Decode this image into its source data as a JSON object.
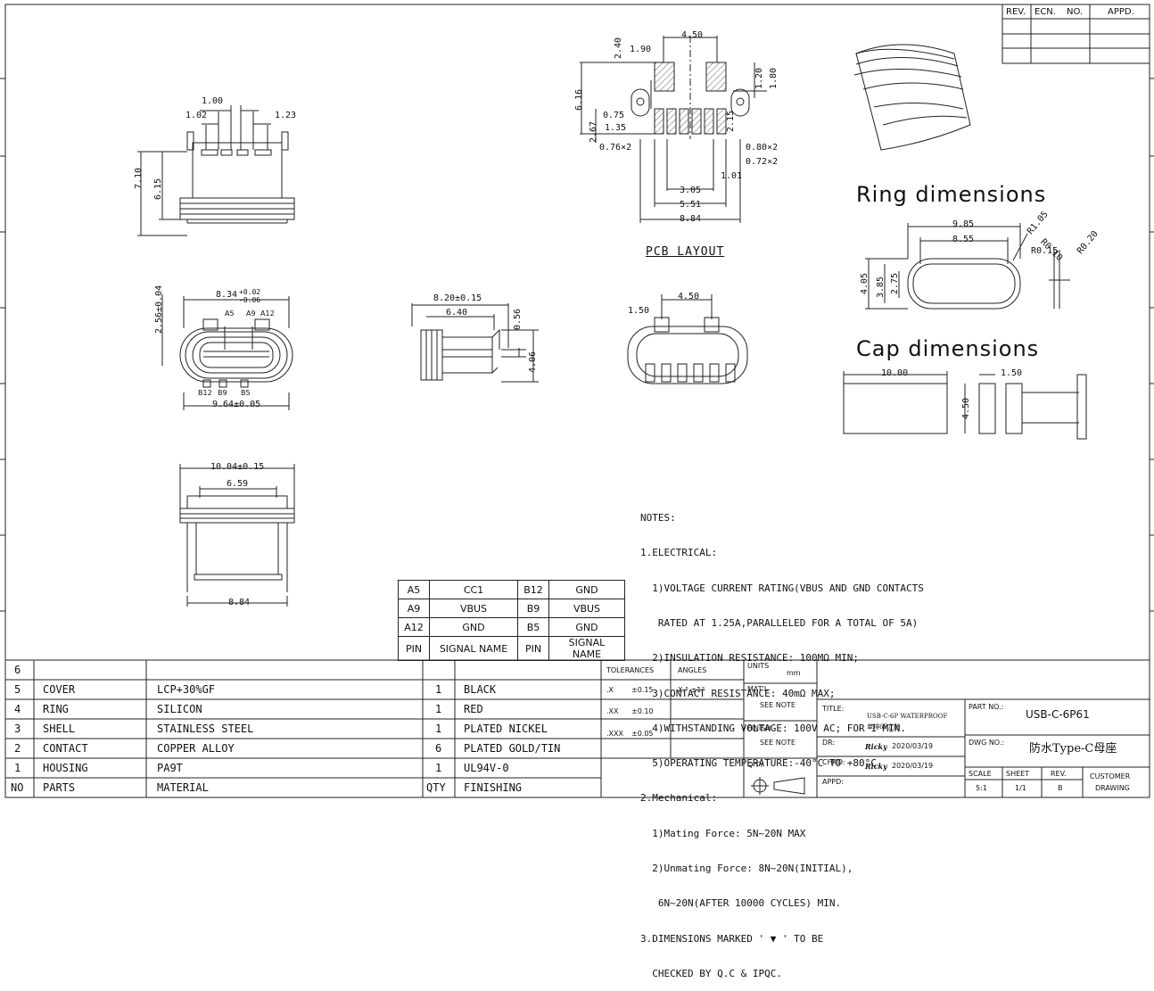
{
  "revision_block": {
    "headers": [
      "REV.",
      "ECN.",
      "NO.",
      "APPD."
    ]
  },
  "views": {
    "top": {
      "dims": [
        "1.00",
        "1.02",
        "1.23",
        "7.10",
        "6.15"
      ]
    },
    "front": {
      "width": "8.34",
      "tol_plus": "+0.02",
      "tol_minus": "-0.06",
      "height": "2.56±0.04",
      "bottom": "9.64±0.05",
      "pins_top": [
        "A5",
        "A9",
        "A12"
      ],
      "pins_bottom": [
        "B12",
        "B9",
        "B5"
      ]
    },
    "side": {
      "dims": [
        "8.20±0.15",
        "6.40",
        "0.56",
        "4.06"
      ]
    },
    "lower": {
      "dims": [
        "10.04±0.15",
        "6.59",
        "8.84"
      ]
    },
    "pcb": {
      "title": "PCB LAYOUT",
      "dims": [
        "4.50",
        "1.90",
        "2.40",
        "1.20",
        "1.80",
        "6.16",
        "2.67",
        "0.75",
        "1.35",
        "2.15",
        "0.76×2",
        "0.80×2",
        "0.72×2",
        "1.01",
        "3.05",
        "5.51",
        "8.84"
      ]
    },
    "pcb_front": {
      "dims": [
        "1.50",
        "4.50"
      ]
    },
    "ring": {
      "title": "Ring dimensions",
      "dims": [
        "9.85",
        "8.55",
        "R1.05",
        "R0.10",
        "R0.15",
        "R0.20",
        "4.05",
        "3.85",
        "2.75"
      ]
    },
    "cap": {
      "title": "Cap dimensions",
      "dims": [
        "10.00",
        "1.50",
        "4.50"
      ]
    }
  },
  "notes": {
    "lines": [
      "NOTES:",
      "1.ELECTRICAL:",
      "  1)VOLTAGE CURRENT RATING(VBUS AND GND CONTACTS",
      "   RATED AT 1.25A,PARALLELED FOR A TOTAL OF 5A)",
      "  2)INSULATION RESISTANCE: 100MΩ MIN;",
      "  3)CONTACT RESISTANCE: 40mΩ MAX;",
      "  4)WITHSTANDING VOLTAGE: 100V AC; FOR 1 MIN.",
      "  5)OPERATING TEMPERATURE:-40°C TO +80°C.",
      "2.Mechanical:",
      "  1)Mating Force: 5N~20N MAX",
      "  2)Unmating Force: 8N~20N(INITIAL),",
      "   6N~20N(AFTER 10000 CYCLES) MIN.",
      "3.DIMENSIONS MARKED ' ▼ ' TO BE",
      "  CHECKED BY Q.C & IPQC."
    ]
  },
  "pin_table": {
    "rows": [
      [
        "A5",
        "CC1",
        "B12",
        "GND"
      ],
      [
        "A9",
        "VBUS",
        "B9",
        "VBUS"
      ],
      [
        "A12",
        "GND",
        "B5",
        "GND"
      ]
    ],
    "header": [
      "PIN",
      "SIGNAL NAME",
      "PIN",
      "SIGNAL NAME"
    ]
  },
  "bom": {
    "rows": [
      {
        "no": "6",
        "part": "",
        "material": "",
        "qty": "",
        "finish": ""
      },
      {
        "no": "5",
        "part": "COVER",
        "material": "LCP+30%GF",
        "qty": "1",
        "finish": "BLACK"
      },
      {
        "no": "4",
        "part": "RING",
        "material": "SILICON",
        "qty": "1",
        "finish": "RED"
      },
      {
        "no": "3",
        "part": "SHELL",
        "material": "STAINLESS STEEL",
        "qty": "1",
        "finish": "PLATED NICKEL"
      },
      {
        "no": "2",
        "part": "CONTACT",
        "material": "COPPER ALLOY",
        "qty": "6",
        "finish": "PLATED GOLD/TIN"
      },
      {
        "no": "1",
        "part": "HOUSING",
        "material": "PA9T",
        "qty": "1",
        "finish": "UL94V-0"
      }
    ],
    "header": {
      "no": "NO",
      "part": "PARTS",
      "material": "MATERIAL",
      "qty": "QTY",
      "finish": "FINISHING"
    }
  },
  "title_block": {
    "tolerances_label": "TOLERANCES",
    "angles_label": "ANGLES",
    "angles_value": "X.° ±1°",
    "tol": [
      {
        "k": ".X",
        "v": "±0.15"
      },
      {
        "k": ".XX",
        "v": "±0.10"
      },
      {
        "k": ".XXX",
        "v": "±0.05"
      }
    ],
    "units_label": "UNITS",
    "units_value": "mm",
    "matl_label": "MAT'L",
    "matl_value": "SEE NOTE",
    "finish_label": "FINISH",
    "finish_value": "SEE NOTE",
    "qty_label": "Q'TY",
    "title_label": "TITLE:",
    "title_line1": "USB-C-6P WATERPROOF",
    "title_line2": "单排6P立贴",
    "dr_label": "DR:",
    "dr_name": "Ricky",
    "dr_date": "2020/03/19",
    "chkd_label": "CHKD:",
    "chkd_name": "Ricky",
    "chkd_date": "2020/03/19",
    "appd_label": "APPD:",
    "part_no_label": "PART NO.:",
    "part_no": "USB-C-6P61",
    "dwg_no_label": "DWG NO.:",
    "dwg_no": "防水Type-C母座",
    "scale_label": "SCALE",
    "scale": "5:1",
    "sheet_label": "SHEET",
    "sheet": "1/1",
    "rev_label": "REV.",
    "rev": "B",
    "customer_label_1": "CUSTOMER",
    "customer_label_2": "DRAWING"
  }
}
